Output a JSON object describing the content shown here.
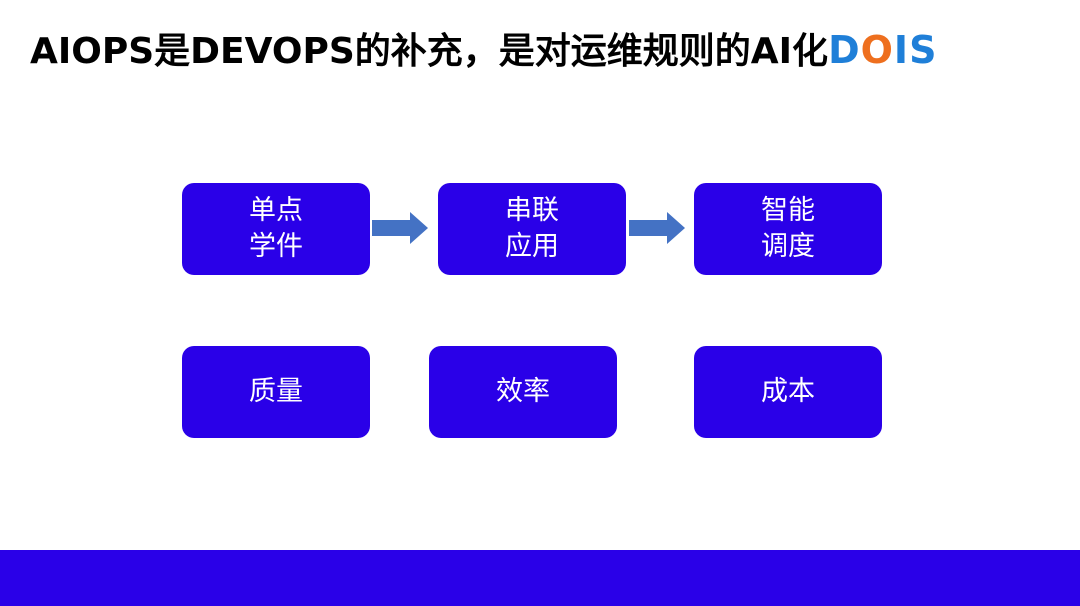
{
  "title": {
    "text": "AIOPS是DEVOPS的补充，是对运维规则的AI化",
    "logo": [
      "D",
      "O",
      "I",
      "S"
    ]
  },
  "colors": {
    "box_fill": "#2a00e8",
    "arrow_fill": "#4472c4",
    "logo_blue": "#1f7fd8",
    "logo_orange": "#ee6f1e"
  },
  "flow": [
    {
      "line1": "单点",
      "line2": "学件"
    },
    {
      "line1": "串联",
      "line2": "应用"
    },
    {
      "line1": "智能",
      "line2": "调度"
    }
  ],
  "goals": [
    "质量",
    "效率",
    "成本"
  ]
}
